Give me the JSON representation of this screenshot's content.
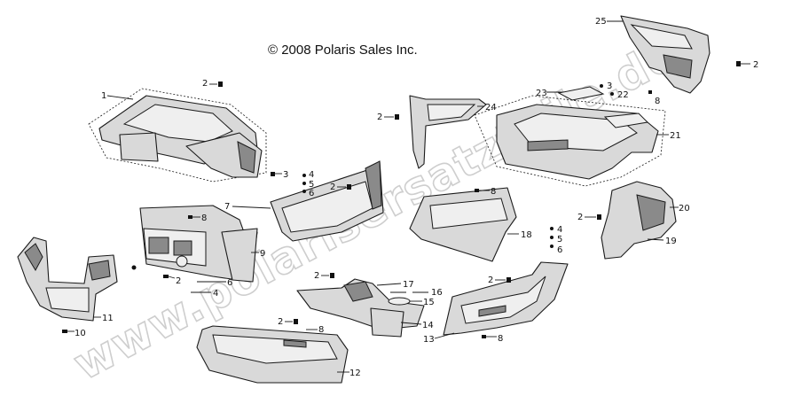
{
  "copyright": "© 2008 Polaris Sales Inc.",
  "watermark": "www.polarisersatzteile.de",
  "callouts": {
    "c1": "1",
    "c2a": "2",
    "c3a": "3",
    "c4a": "4",
    "c5a": "5",
    "c6a": "6",
    "c7": "7",
    "c2b": "2",
    "c8a": "8",
    "c9": "9",
    "c6b": "6",
    "c4b": "4",
    "c2c": "2",
    "c11": "11",
    "c10": "10",
    "c2d": "2",
    "c8b": "8",
    "c12": "12",
    "c17": "17",
    "c16": "16",
    "c15": "15",
    "c14": "14",
    "c2e": "2",
    "c8c": "8",
    "c18": "18",
    "c4c": "4",
    "c5c": "5",
    "c6c": "6",
    "c2f": "2",
    "c13": "13",
    "c8d": "8",
    "c2g": "2",
    "c24": "24",
    "c23": "23",
    "c3b": "3",
    "c22": "22",
    "c8e": "8",
    "c21": "21",
    "c25": "25",
    "c2h": "2",
    "c2i": "2",
    "c20": "20",
    "c19": "19"
  }
}
